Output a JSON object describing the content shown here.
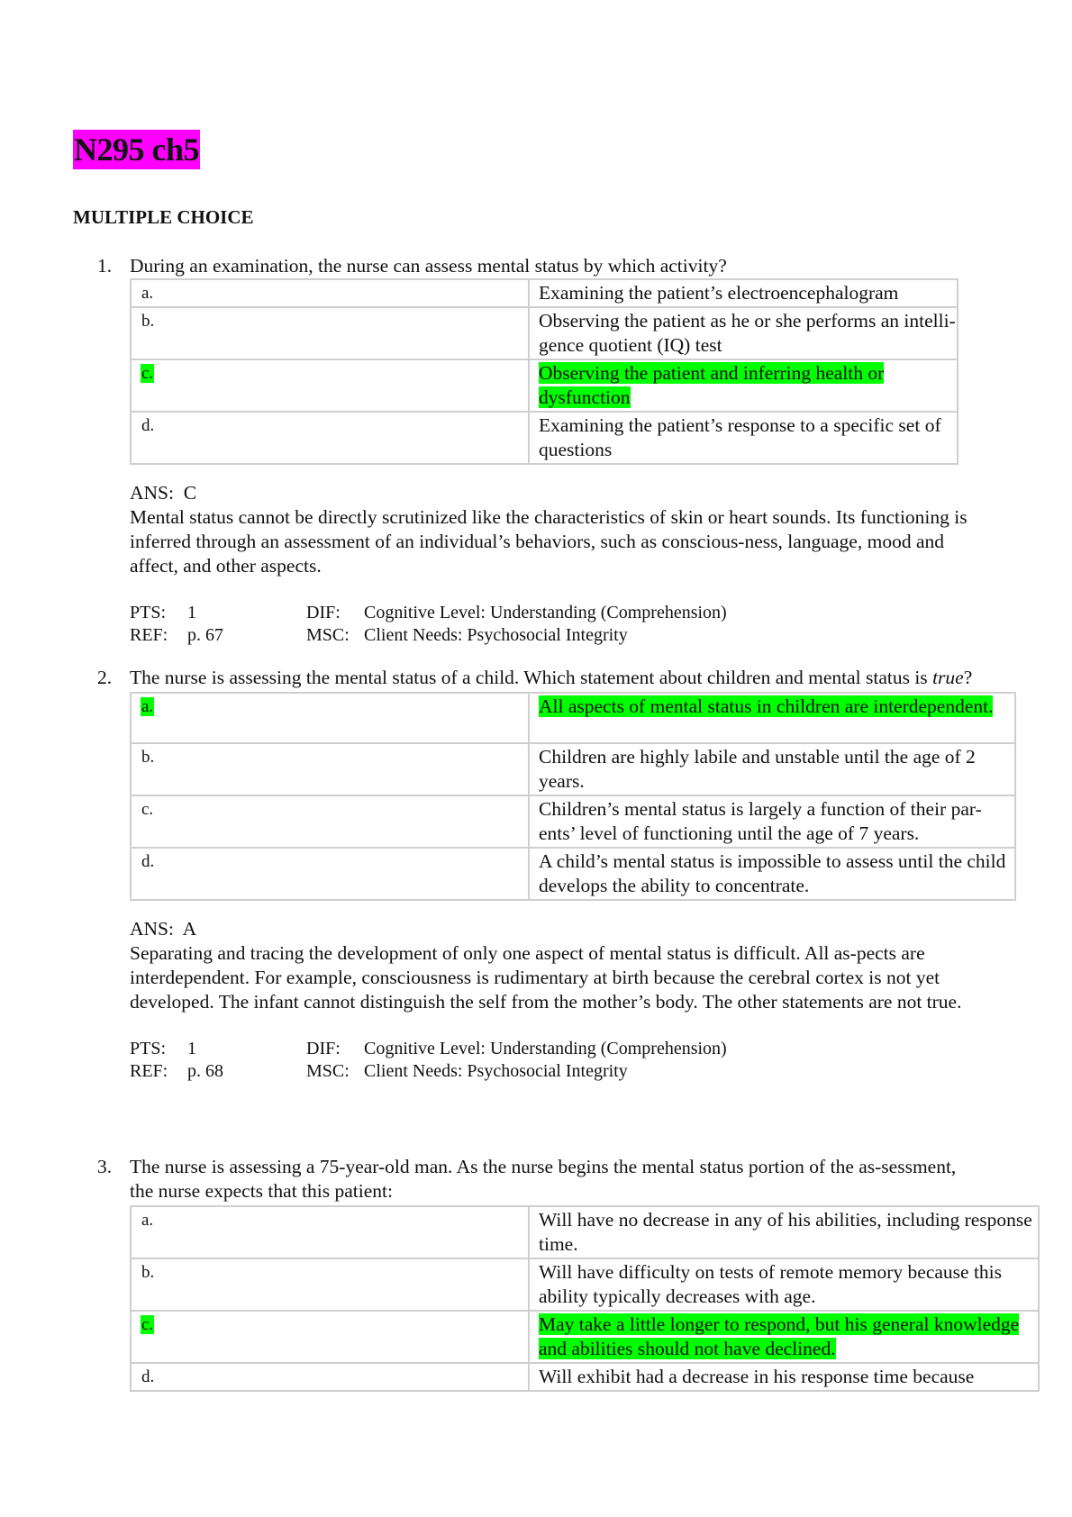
{
  "doc": {
    "title": "N295 ch5",
    "title_highlight": "#ff00ff",
    "answer_highlight": "#00ff00",
    "section_heading": "MULTIPLE CHOICE"
  },
  "questions": [
    {
      "number": "1.",
      "stem_parts": [
        "During an examination, the nurse can assess mental status by which activity?"
      ],
      "choices": [
        {
          "letter": "a.",
          "text": "Examining the patient’s electroencephalogram",
          "correct": false
        },
        {
          "letter": "b.",
          "text": "Observing the patient as he or she performs an intelli-gence quotient (IQ) test",
          "correct": false
        },
        {
          "letter": "c.",
          "text": "Observing the patient and inferring health or dysfunction",
          "correct": true
        },
        {
          "letter": "d.",
          "text": "Examining the patient’s response to a specific set of questions",
          "correct": false
        }
      ],
      "ans_label": "ANS:",
      "ans_value": "C",
      "rationale": "Mental status cannot be directly scrutinized like the characteristics of skin or heart sounds. Its functioning is inferred through an assessment of an individual’s behaviors, such as conscious-ness, language, mood and affect, and other aspects.",
      "pts_label": "PTS:",
      "pts_value": "1",
      "dif_label": "DIF:",
      "dif_value": "Cognitive Level: Understanding (Comprehension)",
      "ref_label": "REF:",
      "ref_value": "p. 67",
      "msc_label": "MSC:",
      "msc_value": "Client Needs: Psychosocial Integrity"
    },
    {
      "number": "2.",
      "stem_parts": [
        "The nurse is assessing the mental status of a child. Which statement about children and mental status is ",
        "true",
        "?"
      ],
      "choices": [
        {
          "letter": "a.",
          "text": "All aspects of mental status in children are interdependent.",
          "correct": true
        },
        {
          "letter": "b.",
          "text": "Children are highly labile and unstable until the age of 2 years.",
          "correct": false
        },
        {
          "letter": "c.",
          "text": "Children’s mental status is largely a function of their par-ents’ level of functioning until the age of 7 years.",
          "correct": false
        },
        {
          "letter": "d.",
          "text": "A child’s mental status is impossible to assess until the child develops the ability to concentrate.",
          "correct": false
        }
      ],
      "ans_label": "ANS:",
      "ans_value": "A",
      "rationale": "Separating and tracing the development of only one aspect of mental status is difficult. All as-pects are interdependent. For example, consciousness is rudimentary at birth because the cerebral cortex is not yet developed. The infant cannot distinguish the self from the mother’s body. The other statements are not true.",
      "pts_label": "PTS:",
      "pts_value": "1",
      "dif_label": "DIF:",
      "dif_value": "Cognitive Level: Understanding (Comprehension)",
      "ref_label": "REF:",
      "ref_value": "p. 68",
      "msc_label": "MSC:",
      "msc_value": "Client Needs: Psychosocial Integrity"
    },
    {
      "number": "3.",
      "stem_parts": [
        "The nurse is assessing a 75-year-old man. As the nurse begins the mental status portion of the as-sessment, the nurse expects that this patient:"
      ],
      "choices": [
        {
          "letter": "a.",
          "text": "Will have no decrease in any of his abilities, including response time.",
          "correct": false
        },
        {
          "letter": "b.",
          "text": "Will have difficulty on tests of remote memory because this ability typically decreases with age.",
          "correct": false
        },
        {
          "letter": "c.",
          "text": "May take a little longer to respond, but his general knowledge and abilities should not have declined.",
          "correct": true
        },
        {
          "letter": "d.",
          "text": "Will exhibit had a decrease in his response time because",
          "correct": false
        }
      ]
    }
  ]
}
